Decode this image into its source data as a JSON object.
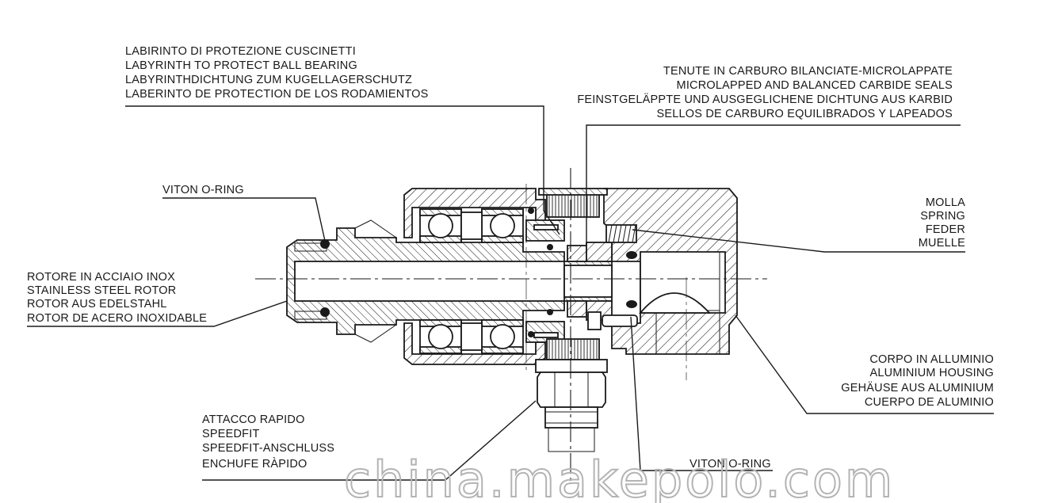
{
  "colors": {
    "ink": "#1a1a1a",
    "background": "#ffffff",
    "watermark": "#b4b4b4"
  },
  "labels": {
    "labyrinth": [
      "LABIRINTO DI PROTEZIONE CUSCINETTI",
      "LABYRINTH TO PROTECT BALL BEARING",
      "LABYRINTHDICHTUNG ZUM KUGELLAGERSCHUTZ",
      "LABERINTO DE PROTECTION DE LOS RODAMIENTOS"
    ],
    "carbide_seals": [
      "TENUTE IN CARBURO BILANCIATE-MICROLAPPATE",
      "MICROLAPPED AND BALANCED CARBIDE SEALS",
      "FEINSTGELÄPPTE UND AUSGEGLICHENE DICHTUNG AUS KARBID",
      "SELLOS DE CARBURO EQUILIBRADOS Y LAPEADOS"
    ],
    "viton_oring_top": "VITON O-RING",
    "spring": [
      "MOLLA",
      "SPRING",
      "FEDER",
      "MUELLE"
    ],
    "rotor": [
      "ROTORE IN ACCIAIO INOX",
      "STAINLESS STEEL ROTOR",
      "ROTOR AUS EDELSTAHL",
      "ROTOR DE ACERO INOXIDABLE"
    ],
    "housing": [
      "CORPO IN ALLUMINIO",
      "ALUMINIUM HOUSING",
      "GEHÄUSE AUS ALUMINIUM",
      "CUERPO DE ALUMINIO"
    ],
    "speedfit": [
      "ATTACCO RAPIDO",
      "SPEEDFIT",
      "SPEEDFIT-ANSCHLUSS",
      "ENCHUFE RÀPIDO"
    ],
    "viton_oring_bottom": "VITON O-RING"
  },
  "watermark": "china.makepolo.com"
}
